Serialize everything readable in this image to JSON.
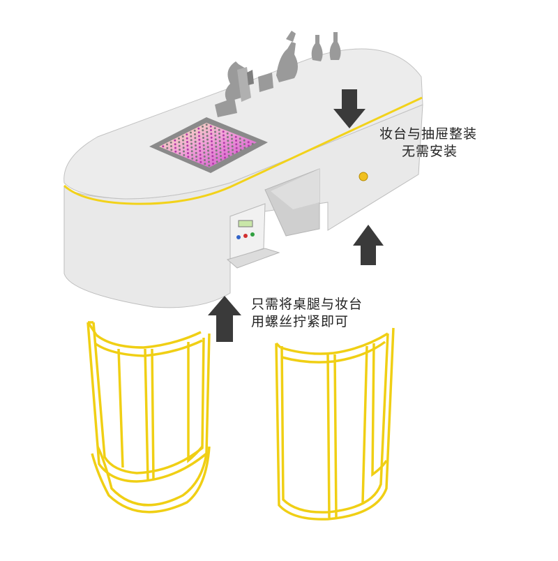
{
  "annotations": {
    "top_right": [
      "妆台与抽屉整装",
      "无需安装"
    ],
    "middle": [
      "只需将桌腿与妆台",
      "用螺丝拧紧即可"
    ]
  },
  "colors": {
    "accent": "#f2d21a",
    "body": "#e8e8e8",
    "body_shadow": "#d2d2d2",
    "arrow": "#3a3a3a",
    "leg_frame": "#f0cf14"
  }
}
